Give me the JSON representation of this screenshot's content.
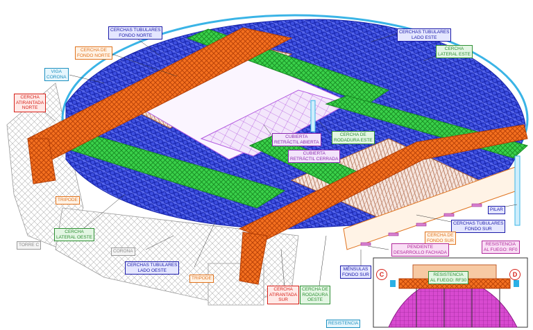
{
  "labels": {
    "cerchas_fondo_norte": [
      "CERCHAS TUBULARES",
      "FONDO NORTE"
    ],
    "cercha_fondo_norte": [
      "CERCHA DE",
      "FONDO NORTE"
    ],
    "viga_corona": [
      "VIGA",
      "CORONA"
    ],
    "cercha_atirantada_norte": [
      "CERCHA",
      "ATIRANTADA",
      "NORTE"
    ],
    "cerchas_lado_este": [
      "CERCHAS TUBULARES",
      "LADO ESTE"
    ],
    "cercha_lateral_este": [
      "CERCHA",
      "LATERAL ESTE"
    ],
    "cubierta_abierta": [
      "CUBIERTA",
      "RETRÁCTIL ABIERTA"
    ],
    "cercha_rodadura_este": [
      "CERCHA DE",
      "RODADURA ESTE"
    ],
    "cubierta_cerrada": [
      "CUBIERTA",
      "RETRÁCTIL CERRADA"
    ],
    "tripode_left": [
      "TRIPODE"
    ],
    "cercha_lateral_oeste": [
      "CERCHA",
      "LATERAL OESTE"
    ],
    "torre_c": [
      "TORRE C"
    ],
    "corona": [
      "CORONA"
    ],
    "pilar": [
      "PILAR"
    ],
    "cerchas_fondo_sur": [
      "CERCHAS TUBULARES",
      "FONDO SUR"
    ],
    "cercha_fondo_sur": [
      "CERCHA DE",
      "FONDO SUR"
    ],
    "pendiente_fachada": [
      "PENDIENTE",
      "DESARROLLO FACHADA"
    ],
    "cerchas_lado_oeste": [
      "CERCHAS TUBULARES",
      "LADO OESTE"
    ],
    "tripode_bottom": [
      "TRIPODE"
    ],
    "cercha_atirantada_sur": [
      "CERCHA",
      "ATIRANTADA",
      "SUR"
    ],
    "cercha_rodadura_oeste": [
      "CERCHA DE",
      "RODADURA",
      "OESTE"
    ],
    "mensulas_fondo_sur": [
      "MÉNSULAS",
      "FONDO SUR"
    ],
    "resistencia_bottom": [
      "RESISTENCIA"
    ],
    "resistencia_rf0": [
      "RESISTENCIA",
      "AL FUEGO: RF0"
    ],
    "resistencia_rf30": [
      "RESISTENCIA",
      "AL FUEGO: RF30"
    ]
  },
  "section_tags": {
    "left": "C",
    "right": "D"
  },
  "colors": {
    "blue": "#2233cc",
    "green": "#22c23a",
    "orange": "#f0661a",
    "purple": "#b35ae0",
    "brown": "#b06a4a",
    "cyan": "#3ab4e6",
    "grey": "#8c8c8c"
  }
}
